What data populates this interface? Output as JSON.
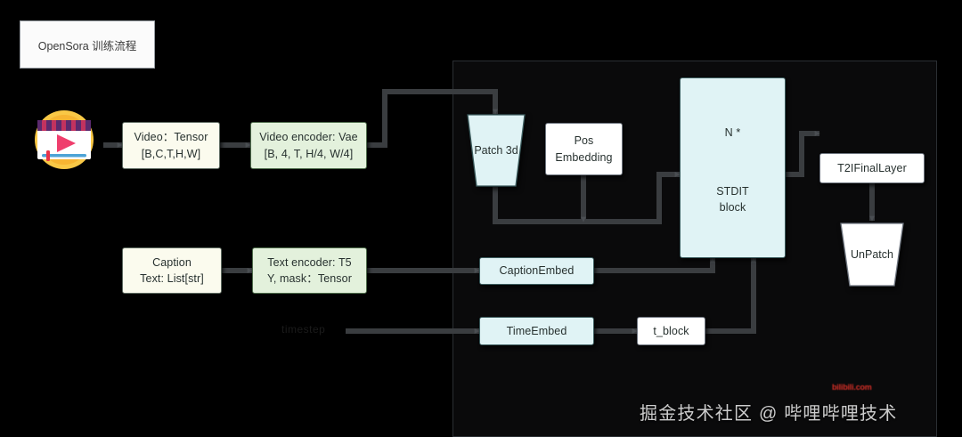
{
  "title_card": {
    "label": "OpenSora 训练流程"
  },
  "icon": {
    "name": "video-player-icon"
  },
  "faint_label": {
    "text": "timestep"
  },
  "watermark": {
    "main": "掘金技术社区 @ 哔哩哔哩技术",
    "red": "bilibili.com"
  },
  "nodes": {
    "video_input": {
      "label": "Video：Tensor\n[B,C,T,H,W]",
      "style": "cream"
    },
    "video_encoder": {
      "label": "Video encoder: Vae\n[B, 4, T, H/4, W/4]",
      "style": "green"
    },
    "caption_input": {
      "label": "Caption\nText: List[str]",
      "style": "cream"
    },
    "text_encoder": {
      "label": "Text encoder: T5\nY, mask：Tensor",
      "style": "green"
    },
    "patch3d": {
      "label": "Patch 3d",
      "style": "cyan"
    },
    "pos_embedding": {
      "label": "Pos\nEmbedding",
      "style": "white"
    },
    "stdit_block": {
      "label_top": "N *",
      "label_main": "STDIT\nblock",
      "style": "cyan"
    },
    "caption_embed": {
      "label": "CaptionEmbed",
      "style": "cyan"
    },
    "time_embed": {
      "label": "TimeEmbed",
      "style": "cyan"
    },
    "t_block": {
      "label": "t_block",
      "style": "white"
    },
    "t2i_final": {
      "label": "T2IFinalLayer",
      "style": "white"
    },
    "unpatch": {
      "label": "UnPatch",
      "style": "white"
    }
  },
  "colors": {
    "background": "#000000",
    "panel_bg": "#0a0a0b",
    "panel_border": "#2b2f33",
    "wire": "#3a3d40",
    "cream": "#fbfbee",
    "green": "#e3f1dc",
    "cyan": "#e0f3f5",
    "white": "#ffffff",
    "accent_red": "#e8332a",
    "icon_badge": "#f7b733"
  }
}
